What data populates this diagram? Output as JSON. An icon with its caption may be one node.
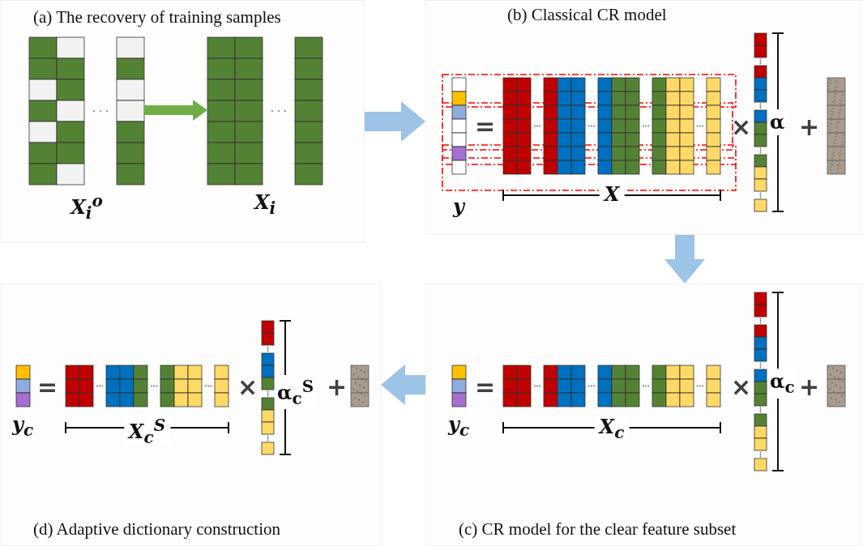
{
  "diagram": {
    "nodes": [
      {
        "text": [
          "(a) The recovery of training samples"
        ]
      },
      {
        "text": [
          "X$_{i}$$^{o}$"
        ],
        "in": 0
      },
      {
        "text": [
          "X$_{i}$"
        ],
        "in": 0
      },
      {
        "text": [
          "(b) Classical CR model"
        ]
      },
      {
        "text": [
          "y"
        ],
        "in": 3
      },
      {
        "text": [
          "X"
        ],
        "in": 3
      },
      {
        "text": [
          "α"
        ],
        "in": 3
      },
      {
        "text": [],
        "shape": "bar",
        "in": 3
      },
      {
        "text": [
          "(c) CR model for the clear feature subset"
        ]
      },
      {
        "text": [
          "y$_{c}$"
        ],
        "in": 8
      },
      {
        "text": [
          "X$_{c}$"
        ],
        "in": 8
      },
      {
        "text": [
          "α$_{c}$"
        ],
        "in": 8
      },
      {
        "text": [],
        "shape": "bar",
        "in": 8
      },
      {
        "text": [
          "(d) Adaptive dictionary construction"
        ]
      },
      {
        "text": [
          "y$_{c}$"
        ],
        "in": 13
      },
      {
        "text": [
          "X$_{c}$$^{S}$"
        ],
        "in": 13
      },
      {
        "text": [
          "α$_{c}$$^{S}$"
        ],
        "in": 13
      },
      {
        "text": [],
        "shape": "bar",
        "in": 13
      }
    ],
    "edges": [
      {
        "from": 1,
        "to": 2,
        "arrow": "to",
        "color": "#70ad47"
      },
      {
        "from": 0,
        "to": 3,
        "arrow": "to"
      },
      {
        "from": 3,
        "to": 8,
        "arrow": "to"
      },
      {
        "from": 8,
        "to": 13,
        "arrow": "to"
      }
    ],
    "labels": [
      "=",
      "×",
      "+",
      "=",
      "×",
      "+",
      "=",
      "×",
      "+"
    ]
  }
}
